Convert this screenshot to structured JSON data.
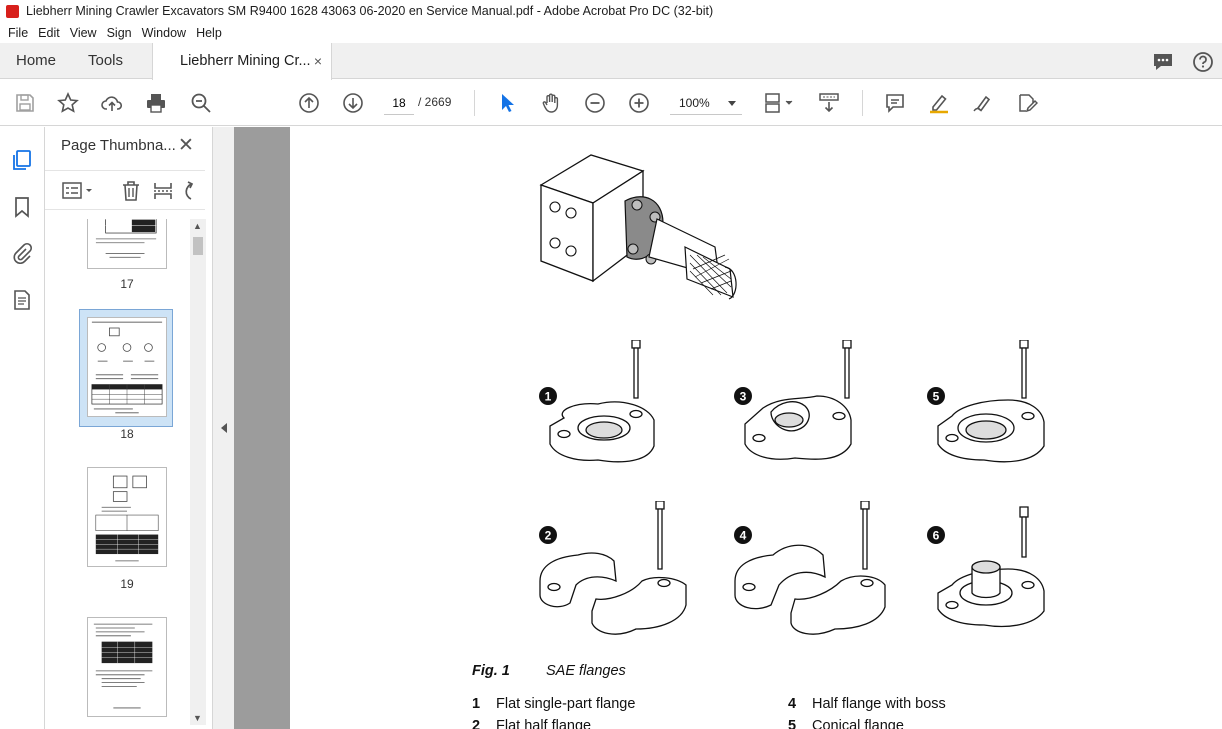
{
  "window": {
    "title": "Liebherr Mining Crawler Excavators SM R9400 1628 43063 06-2020 en Service Manual.pdf - Adobe Acrobat Pro DC (32-bit)"
  },
  "menu": [
    "File",
    "Edit",
    "View",
    "Sign",
    "Window",
    "Help"
  ],
  "tabs": {
    "home": "Home",
    "tools": "Tools",
    "document": "Liebherr Mining Cr...",
    "close": "×"
  },
  "toolbar": {
    "page_current": "18",
    "page_total": "/  2669",
    "zoom": "100%"
  },
  "thumbnail_panel": {
    "title": "Page Thumbna...",
    "close": "✕",
    "thumbnails": [
      {
        "label": "17"
      },
      {
        "label": "18",
        "selected": true
      },
      {
        "label": "19"
      },
      {
        "label": ""
      }
    ]
  },
  "document": {
    "figure_label": "Fig. 1",
    "figure_title": "SAE flanges",
    "callouts": [
      "1",
      "2",
      "3",
      "4",
      "5",
      "6"
    ],
    "legend": [
      {
        "num": "1",
        "text": "Flat single-part flange"
      },
      {
        "num": "2",
        "text": "Flat half flange"
      },
      {
        "num": "4",
        "text": "Half flange with boss"
      },
      {
        "num": "5",
        "text": "Conical flange"
      }
    ]
  },
  "colors": {
    "accent": "#1473e6",
    "doc_background": "#9c9c9c",
    "selected_thumb": "#cde3f6"
  }
}
